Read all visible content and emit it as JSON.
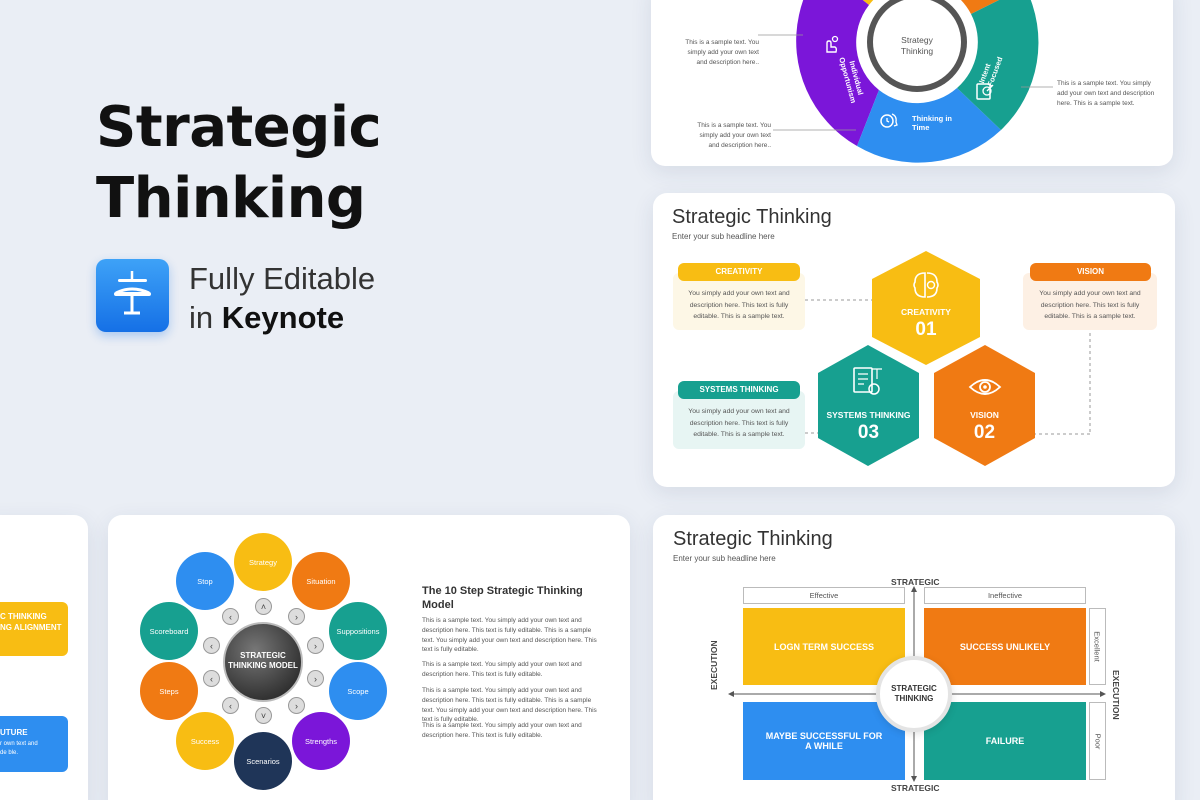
{
  "hero": {
    "title_line1": "Strategic",
    "title_line2": "Thinking",
    "badge_line1": "Fully Editable",
    "badge_line2_prefix": "in",
    "badge_line2_app": "Keynote"
  },
  "slide_wheel": {
    "center_label": "Strategy Thinking",
    "segments": [
      {
        "label": "Individual Opportunism",
        "color": "#7b16d9"
      },
      {
        "label": "Thinking in Time",
        "color": "#2e8ef0"
      },
      {
        "label": "Intent Focused",
        "color": "#17a090"
      },
      {
        "label": "",
        "color": "#f5b800"
      },
      {
        "label": "",
        "color": "#f07a13"
      }
    ],
    "note_1": "This is a sample text. You simply add your own text and description here..",
    "note_2": "This is a sample text. You simply add your own text and description here..",
    "note_3": "This is a sample text. You simply add your own text and description here. This is a sample text."
  },
  "slide_hex": {
    "title": "Strategic Thinking",
    "subtitle": "Enter your sub headline here",
    "hexes": [
      {
        "label": "CREATIVITY",
        "number": "01",
        "color": "#f8bd13"
      },
      {
        "label": "SYSTEMS THINKING",
        "number": "03",
        "color": "#17a090"
      },
      {
        "label": "VISION",
        "number": "02",
        "color": "#f07a13"
      }
    ],
    "boxes": [
      {
        "title": "CREATIVITY",
        "body": "You simply add your own text and description here. This text is fully editable. This is a sample text.",
        "color": "#f8bd13",
        "bg": "#fdf7e6"
      },
      {
        "title": "VISION",
        "body": "You simply add your own text and description here. This text is fully editable. This is a sample text.",
        "color": "#f07a13",
        "bg": "#fdf0e4"
      },
      {
        "title": "SYSTEMS THINKING",
        "body": "You simply add your own text and description here. This text is fully editable. This is a sample text.",
        "color": "#17a090",
        "bg": "#e7f5f3"
      }
    ]
  },
  "slide_model": {
    "center_label": "STRATEGIC THINKING MODEL",
    "bubbles": [
      {
        "label": "Strategy",
        "color": "#f8bd13"
      },
      {
        "label": "Situation",
        "color": "#f07a13"
      },
      {
        "label": "Suppositions",
        "color": "#17a090"
      },
      {
        "label": "Scope",
        "color": "#2e8ef0"
      },
      {
        "label": "Strengths",
        "color": "#7b16d9"
      },
      {
        "label": "Scenarios",
        "color": "#1f3558"
      },
      {
        "label": "Success",
        "color": "#f8bd13"
      },
      {
        "label": "Steps",
        "color": "#f07a13"
      },
      {
        "label": "Scoreboard",
        "color": "#17a090"
      },
      {
        "label": "Stop",
        "color": "#2e8ef0"
      }
    ],
    "heading": "The 10 Step Strategic Thinking Model",
    "paragraph_1": "This is a sample text. You simply add your own text and description here. This text is fully editable. This is a sample text. You simply add your own text and description here. This text is fully editable.",
    "paragraph_2": "This is a sample text. You simply add your own text and description here. This text is fully editable.",
    "paragraph_3": "This is a sample text. You simply add your own text and description here. This text is fully editable. This is a sample text. You simply add your own text and description here. This text is fully editable.",
    "paragraph_4": "This is a sample text. You simply add your own text and description here. This text is fully editable."
  },
  "slide_partial": {
    "box1_line1": "C THINKING",
    "box1_line2": "NG ALIGNMENT",
    "box2_line1": "UTURE",
    "box2_body": "r own text and de ble."
  },
  "slide_matrix": {
    "title": "Strategic Thinking",
    "subtitle": "Enter your sub headline here",
    "axis_top": "STRATEGIC",
    "axis_bottom": "STRATEGIC",
    "axis_left": "EXECUTION",
    "axis_right": "EXECUTION",
    "col_effective": "Effective",
    "col_ineffective": "Ineffective",
    "row_excellent": "Excellent",
    "row_poor": "Poor",
    "center_label": "STRATEGIC THINKING",
    "quadrants": [
      {
        "label": "LOGN TERM SUCCESS",
        "color": "#f8bd13"
      },
      {
        "label": "SUCCESS UNLIKELY",
        "color": "#f07a13"
      },
      {
        "label": "MAYBE SUCCESSFUL FOR A WHILE",
        "color": "#2e8ef0"
      },
      {
        "label": "FAILURE",
        "color": "#17a090"
      }
    ]
  }
}
